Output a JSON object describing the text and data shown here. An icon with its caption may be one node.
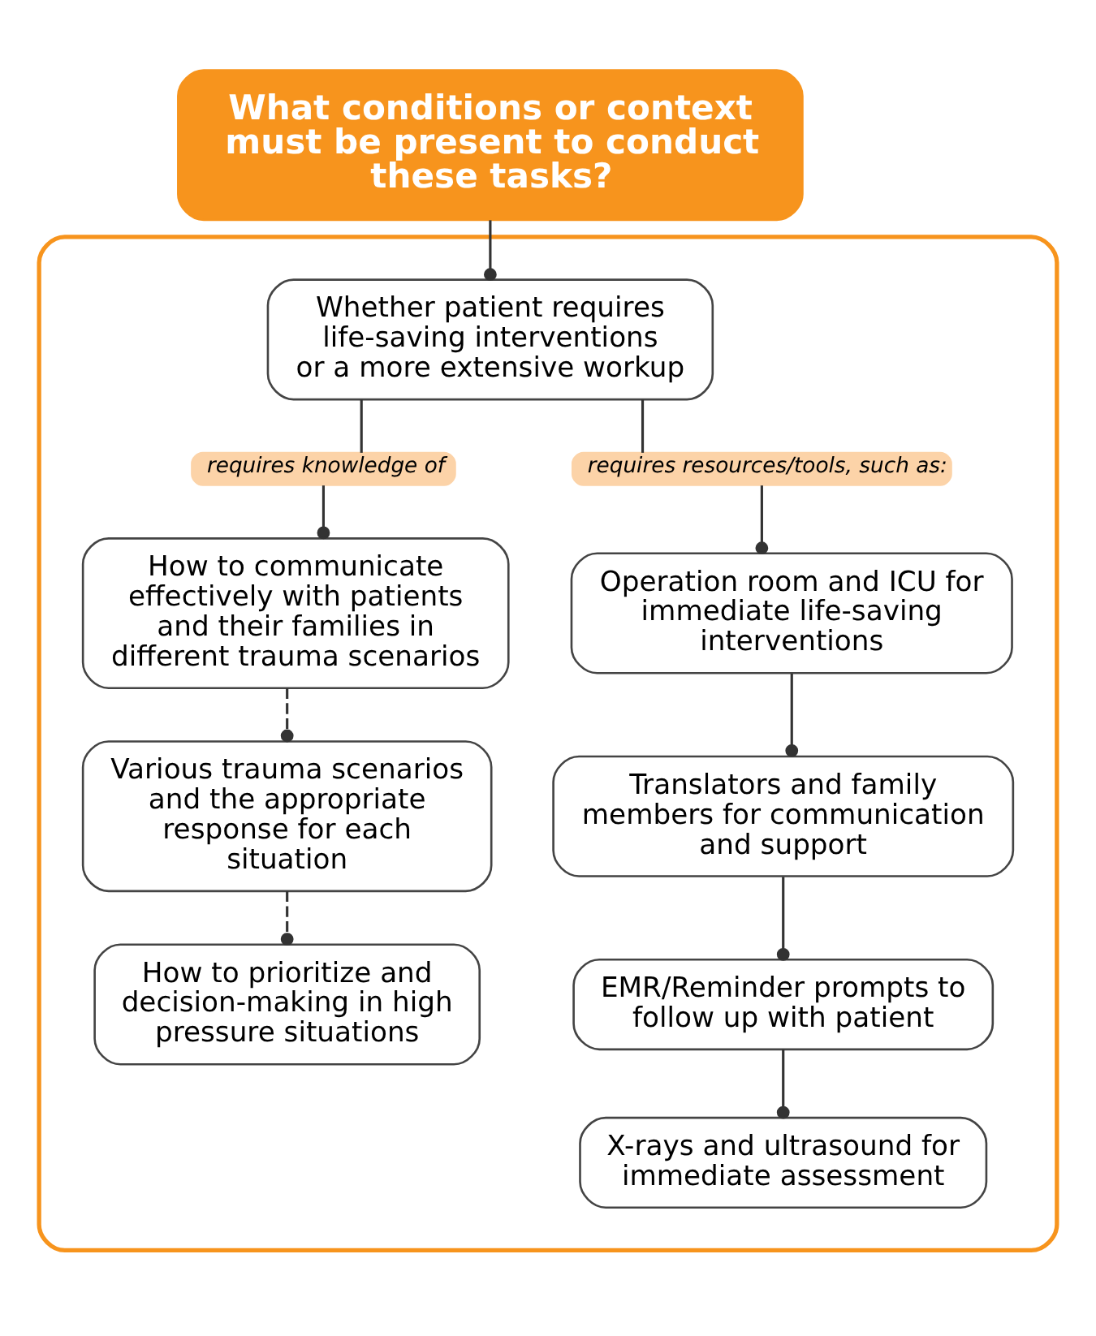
{
  "diagram": {
    "nodes": [
      {
        "text": [
          "What conditions or context must be present to conduct these tasks?"
        ]
      },
      {
        "text": [],
        "shape": "box"
      },
      {
        "text": [
          "Whether patient requires life-saving interventions or a more extensive workup"
        ],
        "in": 1
      },
      {
        "text": [
          "requires knowledge of"
        ],
        "in": 1
      },
      {
        "text": [
          "requires resources/tools, such as:"
        ],
        "in": 1
      },
      {
        "text": [
          "How to communicate effectively with patients and their families in different trauma scenarios"
        ],
        "in": 1
      },
      {
        "text": [
          "Various trauma scenarios and the appropriate response for each situation"
        ],
        "in": 1
      },
      {
        "text": [
          "How to prioritize and decision-making in high pressure situations"
        ],
        "in": 1
      },
      {
        "text": [
          "Operation room and ICU for immediate life-saving interventions"
        ],
        "in": 1
      },
      {
        "text": [
          "Translators and family members for communication and support"
        ],
        "in": 1
      },
      {
        "text": [
          "EMR/Reminder prompts to follow up with patient"
        ],
        "in": 1
      },
      {
        "text": [
          "X-rays and ultrasound for immediate assessment"
        ],
        "in": 1
      }
    ],
    "edges": [
      {
        "from": 0,
        "to": 2,
        "arrow": "other"
      },
      {
        "from": 2,
        "to": 3,
        "arrow": "none"
      },
      {
        "from": 2,
        "to": 4,
        "arrow": "none"
      },
      {
        "from": 3,
        "to": 5,
        "arrow": "other"
      },
      {
        "from": 4,
        "to": 8,
        "arrow": "other"
      },
      {
        "from": 5,
        "to": 6,
        "arrow": "other",
        "style": "dashed"
      },
      {
        "from": 6,
        "to": 7,
        "arrow": "other",
        "style": "dashed"
      },
      {
        "from": 8,
        "to": 9,
        "arrow": "other"
      },
      {
        "from": 9,
        "to": 10,
        "arrow": "other"
      },
      {
        "from": 10,
        "to": 11,
        "arrow": "other"
      }
    ]
  }
}
